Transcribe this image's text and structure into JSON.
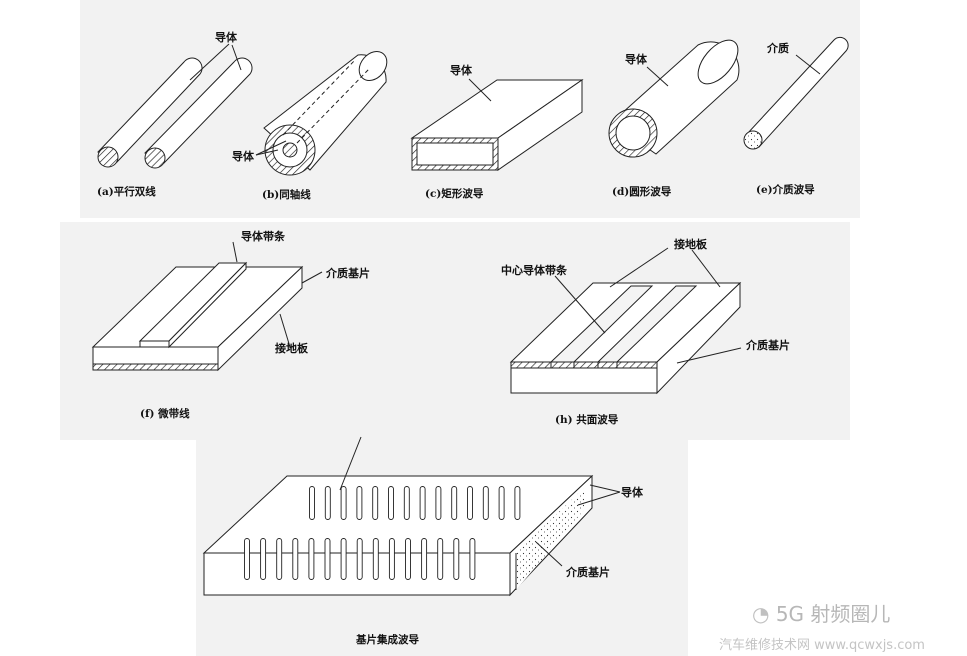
{
  "top_row": {
    "parallel": {
      "label": "导体",
      "caption": "(a)平行双线"
    },
    "coax": {
      "label": "导体",
      "caption": "(b)同轴线"
    },
    "rect": {
      "label": "导体",
      "caption": "(c)矩形波导"
    },
    "circ": {
      "label": "导体",
      "caption": "(d)圆形波导"
    },
    "dielectric": {
      "label": "介质",
      "caption": "(e)介质波导"
    }
  },
  "microstrip": {
    "strip_label": "导体带条",
    "substrate_label": "介质基片",
    "ground_label": "接地板",
    "caption": "(f)  微带线"
  },
  "coplanar": {
    "ground_label": "接地板",
    "center_label": "中心导体带条",
    "substrate_label": "介质基片",
    "caption": "(h)  共面波导"
  },
  "siw": {
    "conductor_label": "导体",
    "substrate_label": "介质基片",
    "caption": "基片集成波导"
  },
  "watermark": {
    "brand": "5G 射频圈儿",
    "site": "汽车维修技术网 www.qcwxjs.com"
  }
}
